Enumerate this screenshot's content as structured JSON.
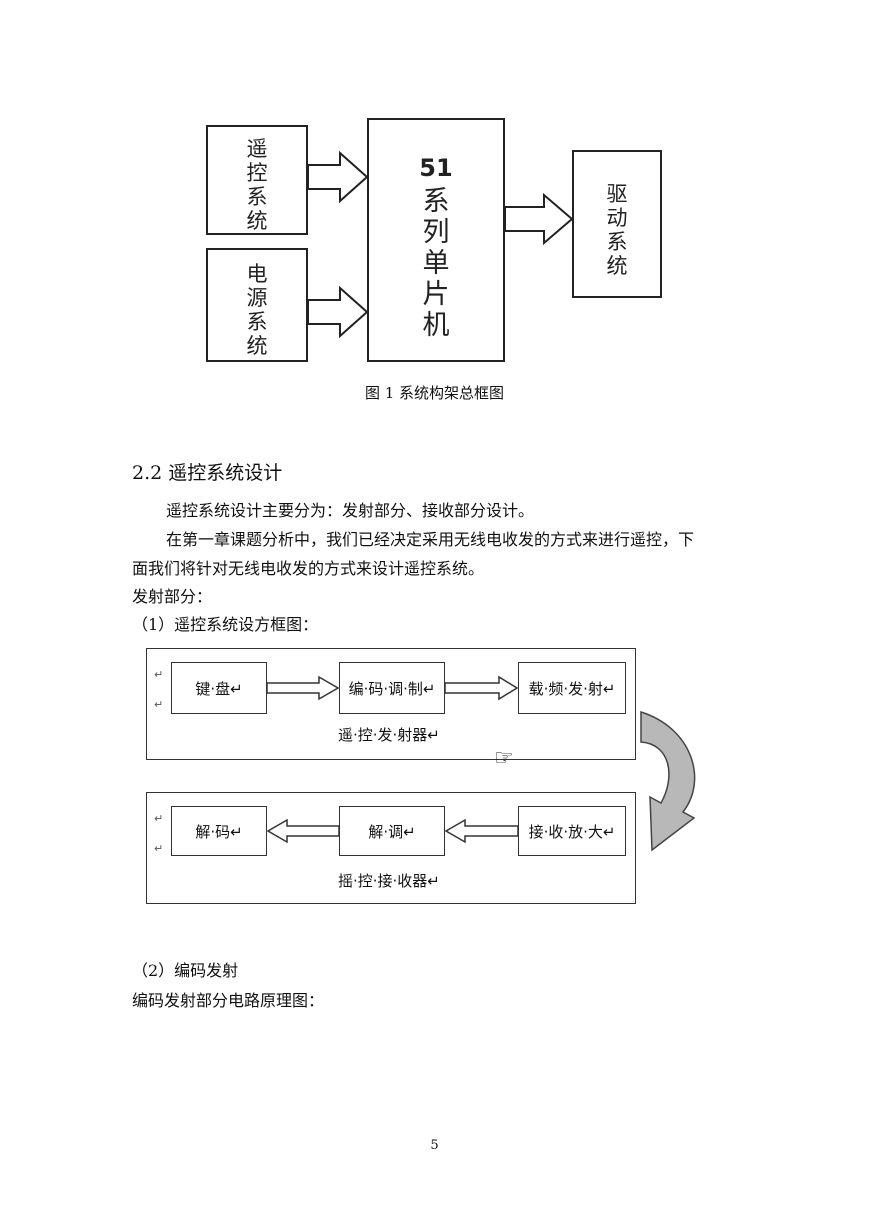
{
  "figure1": {
    "remote_system": "遥控系统",
    "power_system": "电源系统",
    "mcu_number": "51",
    "mcu_text": "系列单片机",
    "drive_system": "驱动系统",
    "caption": "图 1 系统构架总框图"
  },
  "section": {
    "heading": "2.2 遥控系统设计",
    "para1": "遥控系统设计主要分为：发射部分、接收部分设计。",
    "para2_line1": "在第一章课题分析中，我们已经决定采用无线电收发的方式来进行遥控，下",
    "para2_line2": "面我们将针对无线电收发的方式来设计遥控系统。",
    "launch_label": "发射部分：",
    "item1": "（1）遥控系统设方框图："
  },
  "figure2": {
    "keyboard": "键·盘↵",
    "encode_modulate": "编·码·调·制↵",
    "carrier_transmit": "载·频·发·射↵",
    "transmitter_label": "遥·控·发·射器↵",
    "decode": "解·码↵",
    "demodulate": "解·调↵",
    "receive_amplify": "接·收·放·大↵",
    "receiver_label": "摇·控·接·收器↵",
    "return_mark": "↵",
    "hand_icon": "☞"
  },
  "footer": {
    "item2": "（2）编码发射",
    "item2_desc": "编码发射部分电路原理图：",
    "page_number": "5"
  }
}
